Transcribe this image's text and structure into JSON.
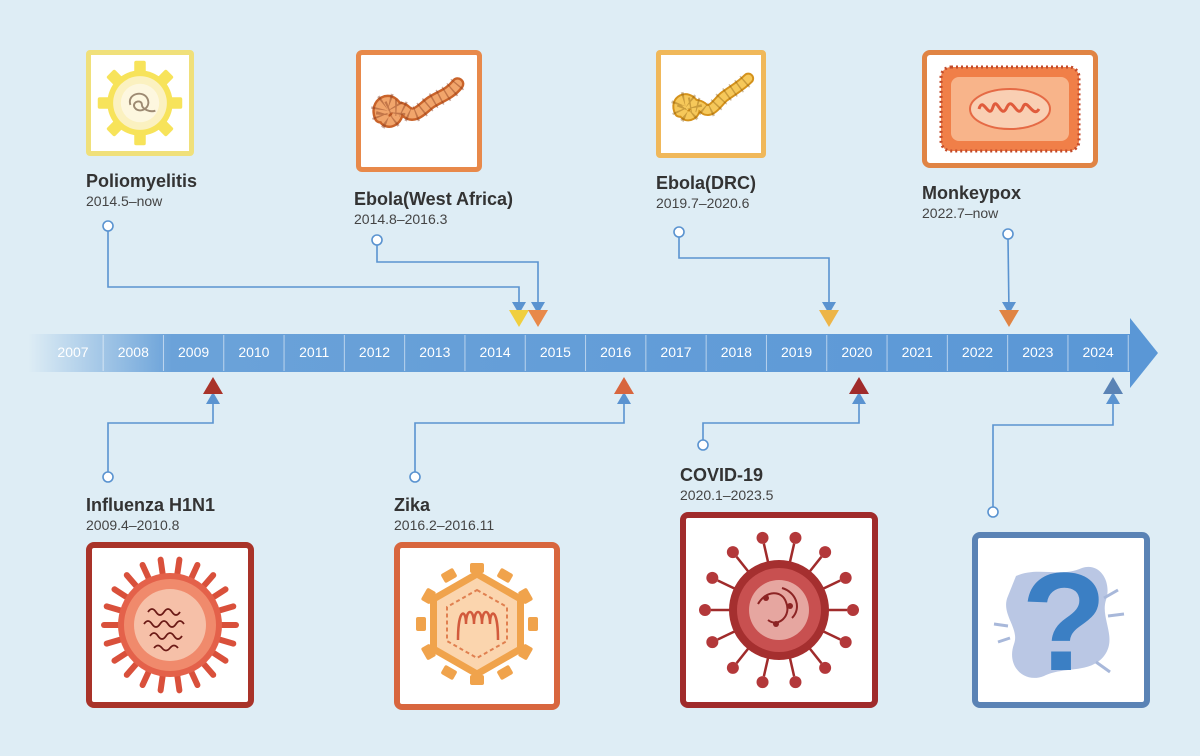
{
  "timeline": {
    "years": [
      "2007",
      "2008",
      "2009",
      "2010",
      "2011",
      "2012",
      "2013",
      "2014",
      "2015",
      "2016",
      "2017",
      "2018",
      "2019",
      "2020",
      "2021",
      "2022",
      "2023",
      "2024"
    ]
  },
  "events": [
    {
      "id": "poliomyelitis",
      "name": "Poliomyelitis",
      "period": "2014.5–now",
      "start": 2014.5,
      "icon": "poliovirus-icon",
      "color": "#f0cf3e"
    },
    {
      "id": "ebola_west_africa",
      "name": "Ebola(West Africa)",
      "period": "2014.8–2016.3",
      "start": 2014.8,
      "icon": "ebola-virus-icon",
      "color": "#e8894a"
    },
    {
      "id": "ebola_drc",
      "name": "Ebola(DRC)",
      "period": "2019.7–2020.6",
      "start": 2019.7,
      "icon": "ebola-virus-icon",
      "color": "#edb548"
    },
    {
      "id": "monkeypox",
      "name": "Monkeypox",
      "period": "2022.7–now",
      "start": 2022.7,
      "icon": "monkeypox-virus-icon",
      "color": "#e08444"
    },
    {
      "id": "influenza_h1n1",
      "name": "Influenza H1N1",
      "period": "2009.4–2010.8",
      "start": 2009.4,
      "icon": "influenza-virus-icon",
      "color": "#a93329"
    },
    {
      "id": "zika",
      "name": "Zika",
      "period": "2016.2–2016.11",
      "start": 2016.2,
      "icon": "zika-virus-icon",
      "color": "#d8663e"
    },
    {
      "id": "covid19",
      "name": "COVID-19",
      "period": "2020.1–2023.5",
      "start": 2020.1,
      "icon": "coronavirus-icon",
      "color": "#a02b2b"
    },
    {
      "id": "unknown",
      "name": "",
      "period": "",
      "start": 2024.0,
      "icon": "question-mark-icon",
      "color": "#5a83b5"
    }
  ],
  "colors": {
    "background": "#deedf5",
    "arrow": "#5e9ad6",
    "connector": "#5a93d0"
  }
}
